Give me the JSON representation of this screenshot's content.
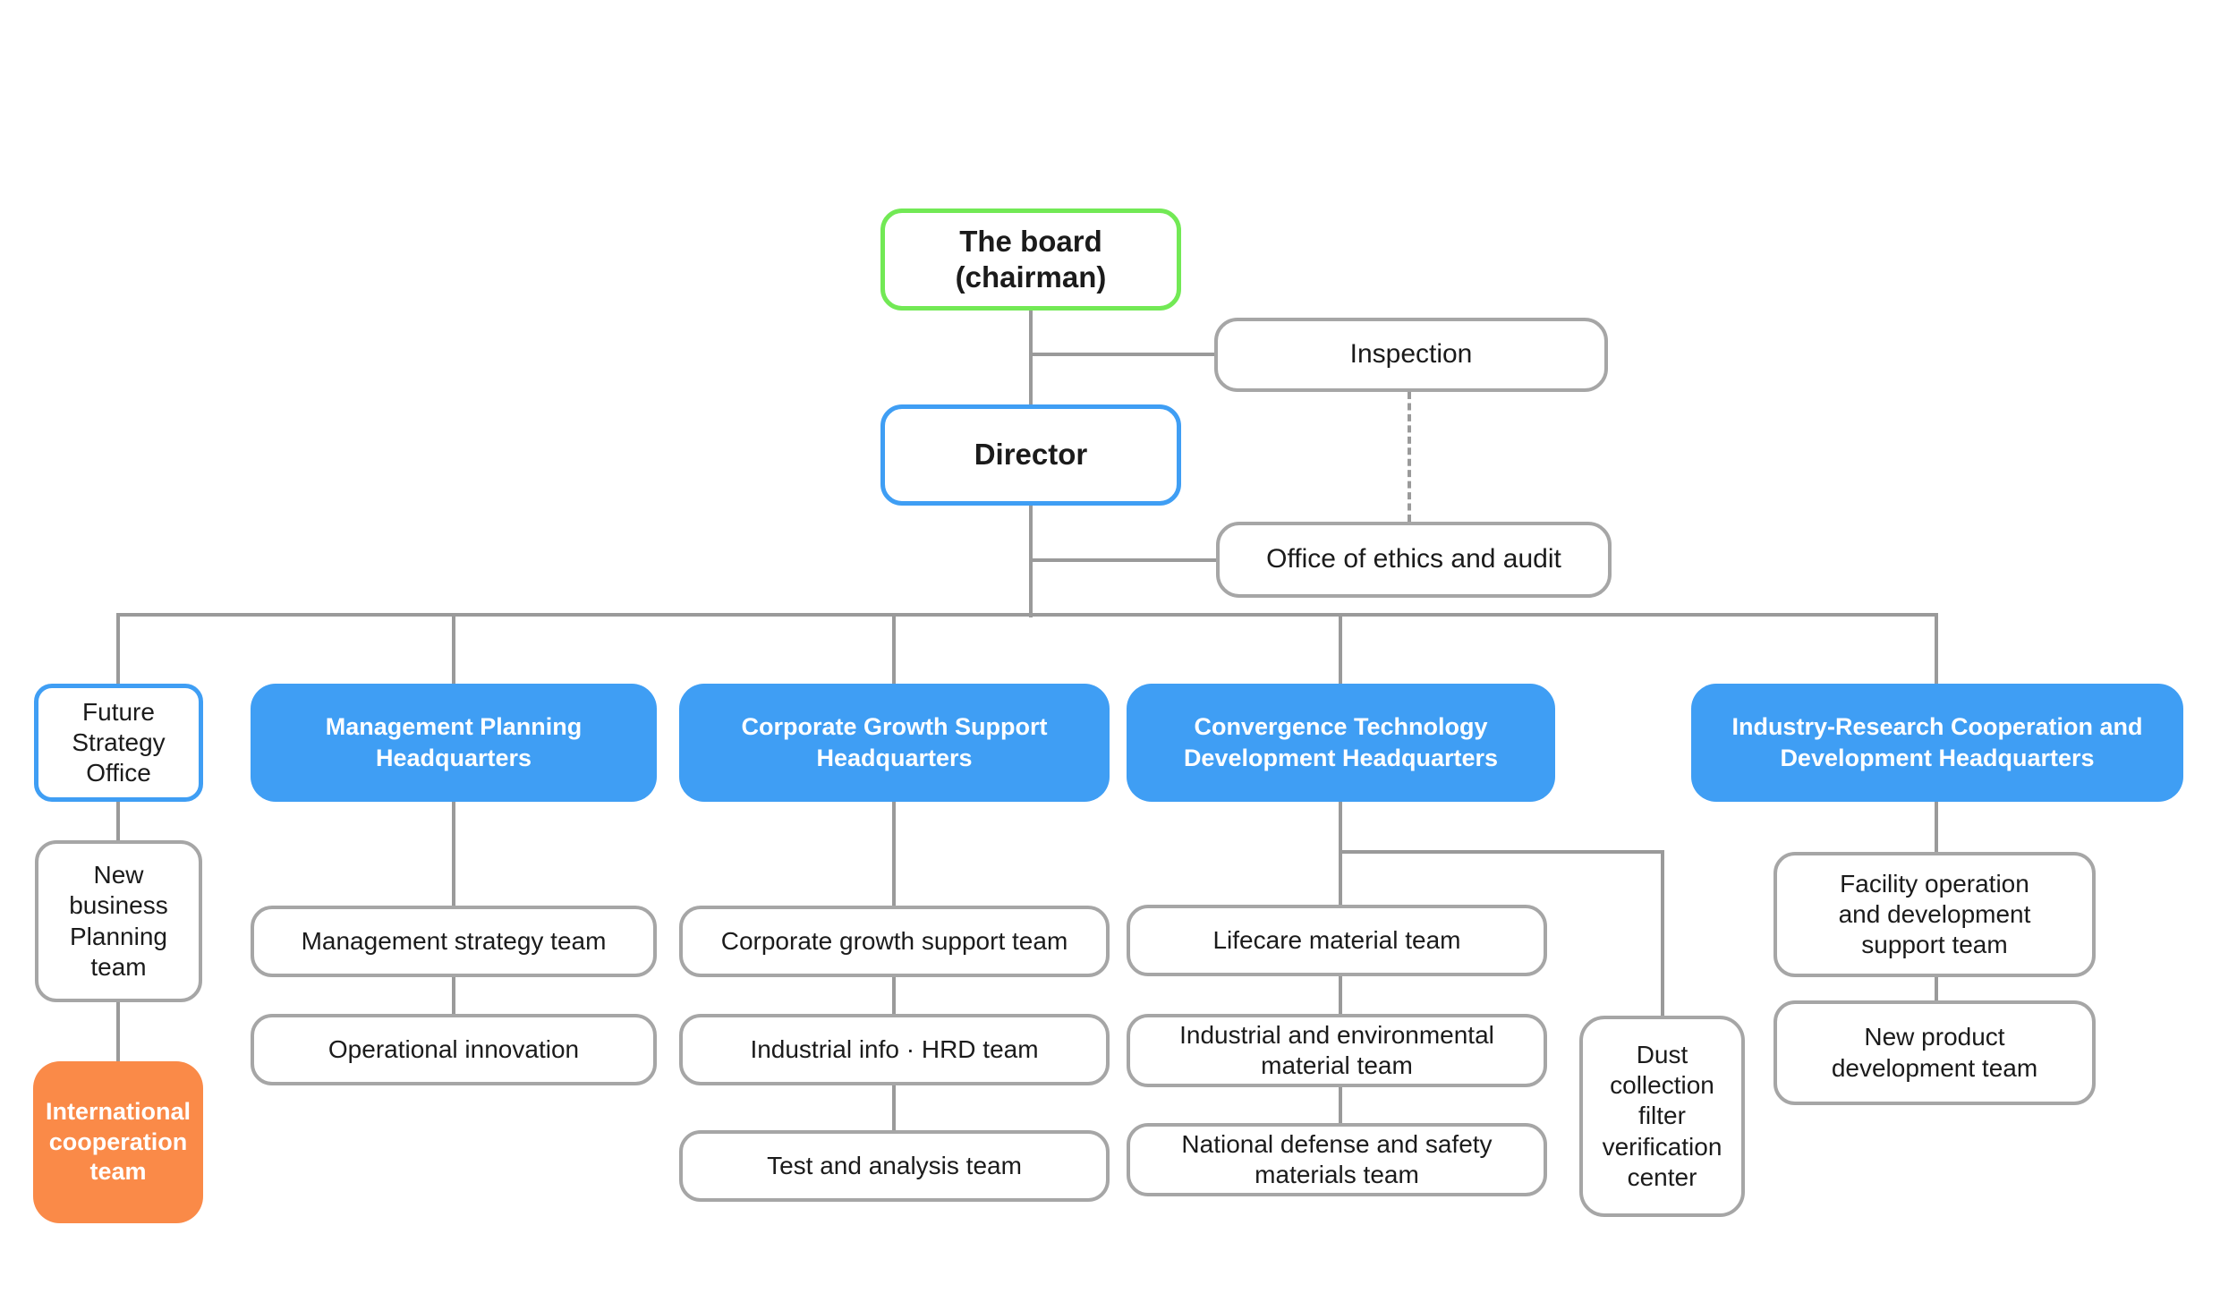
{
  "title": "Organization chart",
  "colors": {
    "blue": "#3f9ef4",
    "green": "#72e955",
    "orange": "#fa8a48",
    "line": "#9a9a9a",
    "border": "#a6a6a6",
    "text": "#1b1b1b"
  },
  "nodes": {
    "board": {
      "label": "The board\n(chairman)"
    },
    "inspection": {
      "label": "Inspection"
    },
    "director": {
      "label": "Director"
    },
    "ethics": {
      "label": "Office of ethics and audit"
    },
    "future_strategy": {
      "label": "Future\nStrategy\nOffice"
    },
    "hq_management": {
      "label": "Management Planning\nHeadquarters"
    },
    "hq_corporate": {
      "label": "Corporate Growth Support\nHeadquarters"
    },
    "hq_convergence": {
      "label": "Convergence Technology\nDevelopment Headquarters"
    },
    "hq_industry": {
      "label": "Industry-Research Cooperation and\nDevelopment Headquarters"
    },
    "new_business": {
      "label": "New\nbusiness\nPlanning\nteam"
    },
    "intl_coop": {
      "label": "International\ncooperation\nteam"
    },
    "mgmt_strategy": {
      "label": "Management strategy team"
    },
    "op_innovation": {
      "label": "Operational innovation"
    },
    "corp_growth": {
      "label": "Corporate growth support team"
    },
    "ind_info": {
      "label": "Industrial info · HRD team"
    },
    "test_analysis": {
      "label": "Test and analysis team"
    },
    "lifecare": {
      "label": "Lifecare material team"
    },
    "ind_env": {
      "label": "Industrial and environmental\nmaterial team"
    },
    "natl_defense": {
      "label": "National defense and safety\nmaterials team"
    },
    "dust_center": {
      "label": "Dust\ncollection\nfilter\nverification\ncenter"
    },
    "facility": {
      "label": "Facility operation\nand development\nsupport team"
    },
    "new_product": {
      "label": "New product\ndevelopment team"
    }
  }
}
